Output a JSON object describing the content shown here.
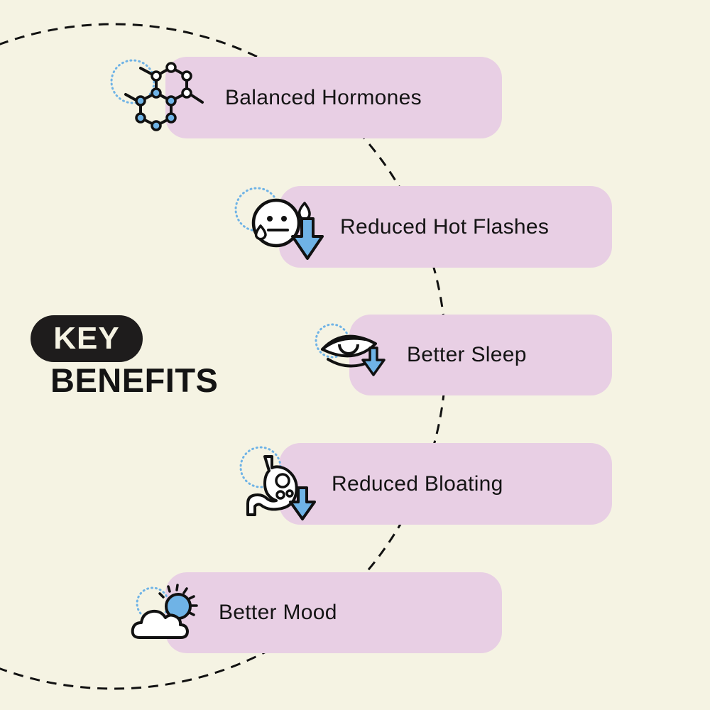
{
  "heading": {
    "badge": "KEY",
    "title": "BENEFITS"
  },
  "colors": {
    "background": "#f5f3e3",
    "pill": "#e8cfe4",
    "badge": "#1e1c1c",
    "accent_blue": "#6fb3e6",
    "ink": "#141414"
  },
  "benefits": [
    {
      "label": "Balanced Hormones",
      "icon": "molecule-icon"
    },
    {
      "label": "Reduced Hot Flashes",
      "icon": "sweating-face-down-arrow-icon"
    },
    {
      "label": "Better Sleep",
      "icon": "eye-down-arrow-icon"
    },
    {
      "label": "Reduced Bloating",
      "icon": "stomach-down-arrow-icon"
    },
    {
      "label": "Better Mood",
      "icon": "sun-cloud-icon"
    }
  ]
}
